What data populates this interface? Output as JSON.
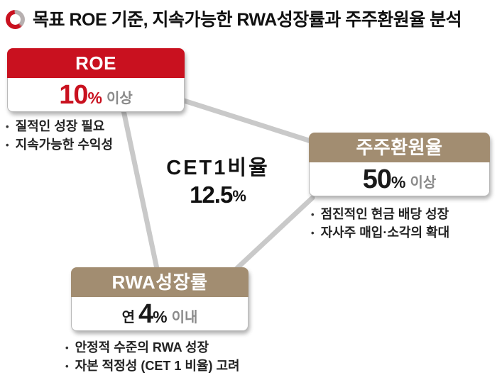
{
  "title": {
    "text": "목표 ROE 기준, 지속가능한 RWA성장률과 주주환원율 분석"
  },
  "center": {
    "label": "CET1비율",
    "value": "12.5",
    "unit": "%"
  },
  "nodes": {
    "roe": {
      "header": "ROE",
      "value": "10",
      "unit": "%",
      "suffix": "이상",
      "bullets": [
        "질적인 성장 필요",
        "지속가능한 수익성"
      ]
    },
    "shareholder_return": {
      "header": "주주환원율",
      "value": "50",
      "unit": "%",
      "suffix": "이상",
      "bullets": [
        "점진적인 현금 배당 성장",
        "자사주 매입·소각의 확대"
      ]
    },
    "rwa_growth": {
      "header": "RWA성장률",
      "prefix": "연",
      "value": "4",
      "unit": "%",
      "suffix": "이내",
      "bullets": [
        "안정적 수준의 RWA 성장",
        "자본 적정성 (CET 1 비율) 고려"
      ]
    }
  },
  "colors": {
    "roe_accent": "#c9111f",
    "tan_accent": "#a28d71",
    "muted_text": "#8a8a8a",
    "connector": "#c9c9c9",
    "text": "#1a1a1a"
  }
}
